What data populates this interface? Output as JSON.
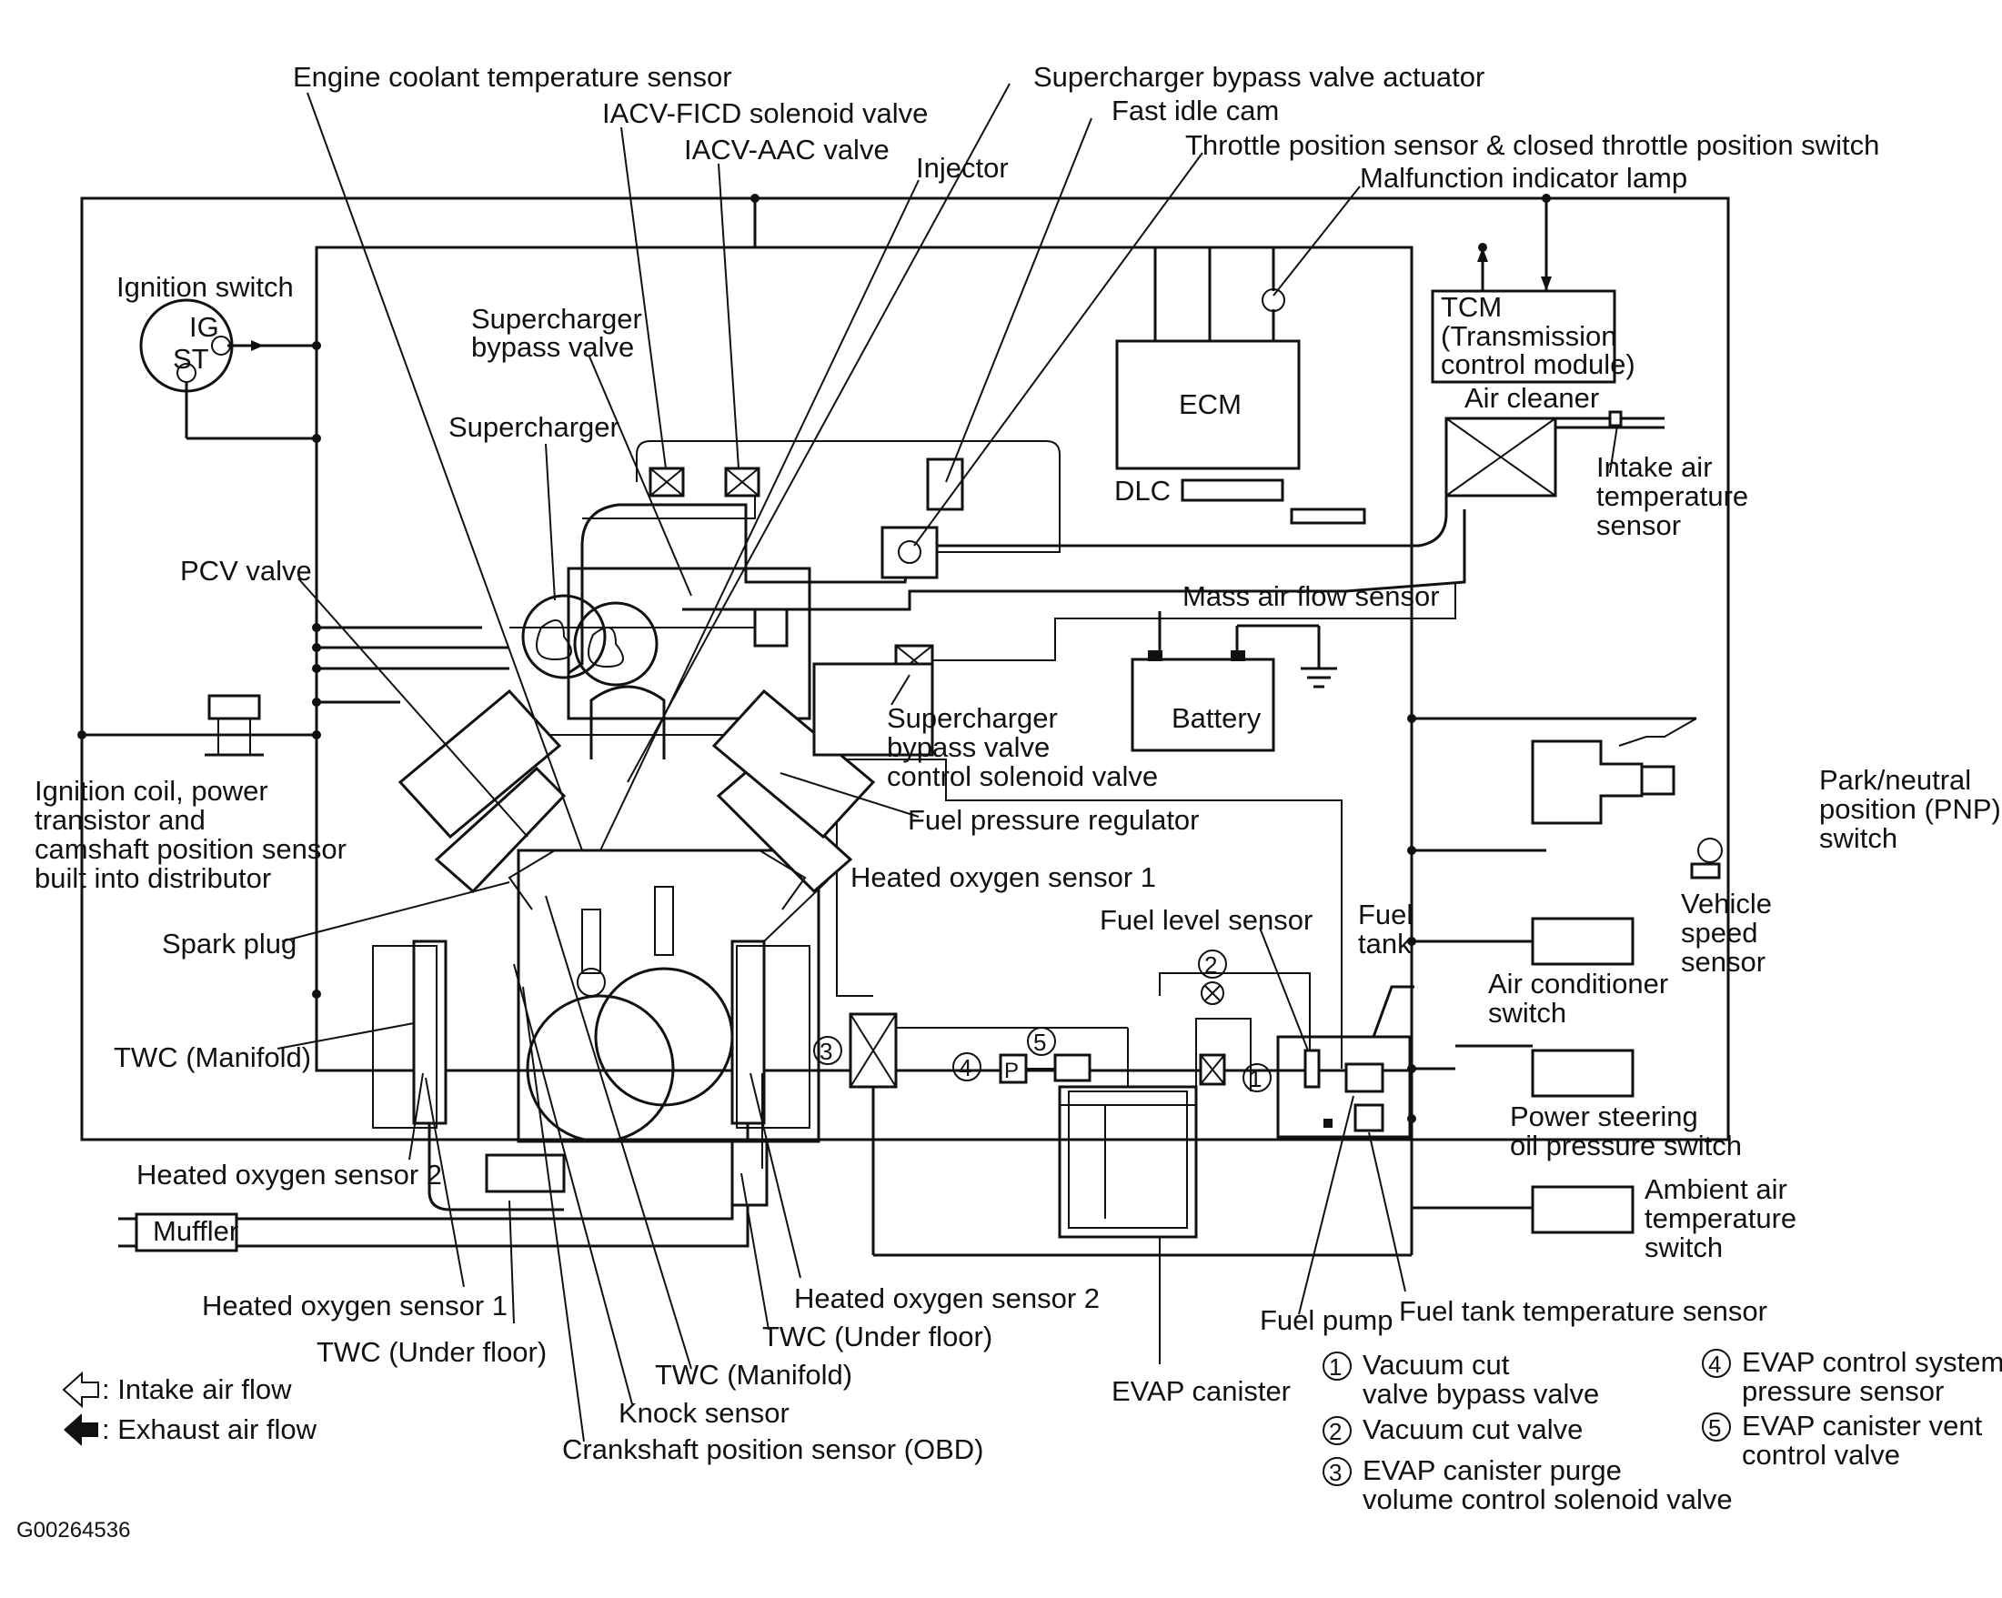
{
  "labels": {
    "engine_coolant_temp_sensor": "Engine coolant temperature sensor",
    "iacv_ficd_solenoid": "IACV-FICD solenoid valve",
    "iacv_aac_valve": "IACV-AAC valve",
    "injector": "Injector",
    "sc_bypass_valve_actuator": "Supercharger bypass valve actuator",
    "fast_idle_cam": "Fast idle cam",
    "throttle_position_sensor": "Throttle position sensor & closed throttle position switch",
    "mil": "Malfunction indicator lamp",
    "ignition_switch": "Ignition switch",
    "ig": "IG",
    "st": "ST",
    "sc_bypass_valve_1": "Supercharger",
    "sc_bypass_valve_2": "bypass valve",
    "supercharger": "Supercharger",
    "tcm_1": "TCM",
    "tcm_2": "(Transmission",
    "tcm_3": "control module)",
    "ecm": "ECM",
    "dlc": "DLC",
    "air_cleaner": "Air cleaner",
    "iat_1": "Intake air",
    "iat_2": "temperature",
    "iat_3": "sensor",
    "pcv_valve": "PCV valve",
    "maf_sensor": "Mass air flow sensor",
    "battery": "Battery",
    "sc_solenoid_1": "Supercharger",
    "sc_solenoid_2": "bypass valve",
    "sc_solenoid_3": "control solenoid valve",
    "ign_coil_1": "Ignition coil, power",
    "ign_coil_2": "transistor and",
    "ign_coil_3": "camshaft position sensor",
    "ign_coil_4": "built into distributor",
    "fuel_pressure_reg": "Fuel pressure regulator",
    "pnp_1": "Park/neutral",
    "pnp_2": "position (PNP)",
    "pnp_3": "switch",
    "ho2s1_top": "Heated oxygen sensor 1",
    "spark_plug": "Spark plug",
    "fuel_level_sensor": "Fuel level sensor",
    "fuel_tank_1": "Fuel",
    "fuel_tank_2": "tank",
    "vss_1": "Vehicle",
    "vss_2": "speed",
    "vss_3": "sensor",
    "ac_switch_1": "Air conditioner",
    "ac_switch_2": "switch",
    "twc_manifold_left": "TWC (Manifold)",
    "ps_switch_1": "Power steering",
    "ps_switch_2": "oil pressure switch",
    "ho2s2_left": "Heated oxygen sensor 2",
    "ambient_1": "Ambient air",
    "ambient_2": "temperature",
    "ambient_3": "switch",
    "muffler": "Muffler",
    "ho2s1_bottom": "Heated oxygen sensor 1",
    "ho2s2_bottom": "Heated oxygen sensor 2",
    "fuel_pump": "Fuel pump",
    "fuel_tank_temp": "Fuel tank temperature sensor",
    "twc_underfloor_left": "TWC (Under floor)",
    "twc_underfloor_right": "TWC (Under floor)",
    "twc_manifold_bottom": "TWC (Manifold)",
    "evap_canister": "EVAP canister",
    "knock_sensor": "Knock sensor",
    "ckp_sensor": "Crankshaft position sensor (OBD)",
    "intake_air_flow": ": Intake air flow",
    "exhaust_air_flow": ": Exhaust air flow",
    "figure_id": "G00264536"
  },
  "numbered_markers": [
    "1",
    "2",
    "3",
    "4",
    "5",
    "P"
  ],
  "legend_items": [
    {
      "num": "1",
      "line1": "Vacuum cut",
      "line2": "valve bypass valve"
    },
    {
      "num": "2",
      "line1": "Vacuum cut valve",
      "line2": ""
    },
    {
      "num": "3",
      "line1": "EVAP canister purge",
      "line2": "volume control solenoid valve"
    },
    {
      "num": "4",
      "line1": "EVAP control system",
      "line2": "pressure sensor"
    },
    {
      "num": "5",
      "line1": "EVAP canister vent",
      "line2": "control valve"
    }
  ],
  "colors": {
    "ink": "#111111",
    "paper": "#ffffff"
  }
}
